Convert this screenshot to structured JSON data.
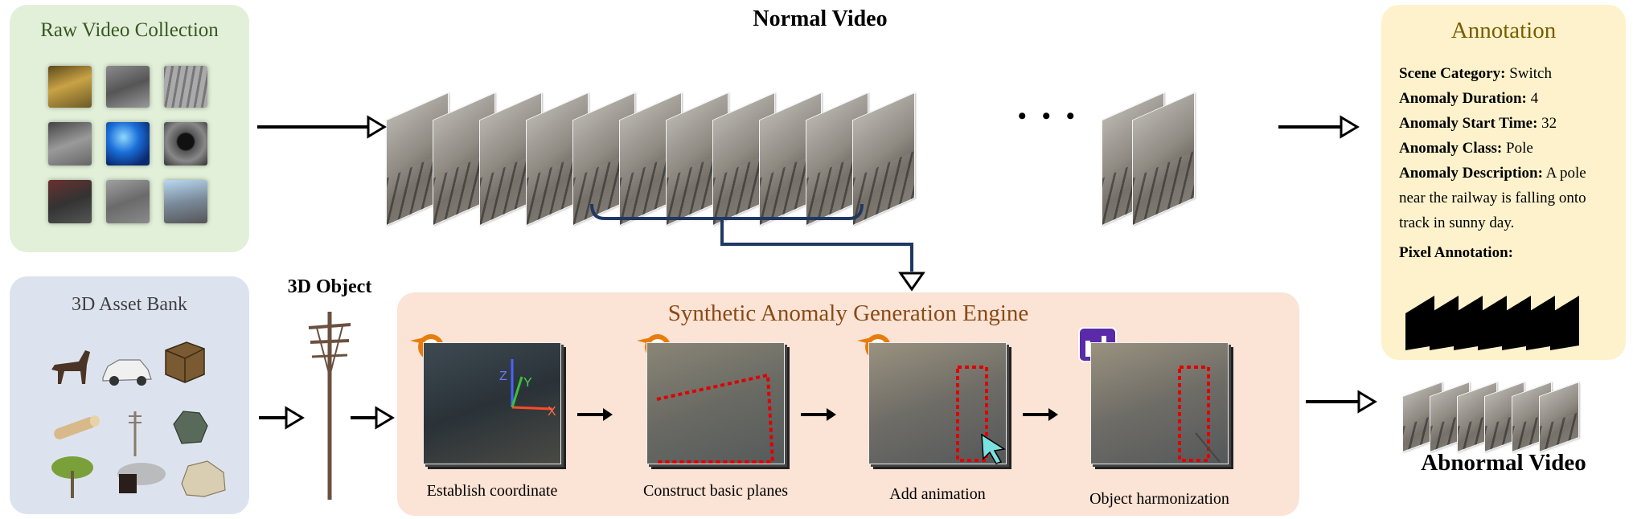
{
  "raw_video": {
    "title": "Raw Video Collection"
  },
  "normal_video": {
    "title": "Normal Video",
    "ellipsis": "• • •"
  },
  "annotation": {
    "title": "Annotation",
    "scene_category_label": "Scene Category:",
    "scene_category_value": " Switch",
    "anomaly_duration_label": "Anomaly Duration:",
    "anomaly_duration_value": " 4",
    "anomaly_start_label": "Anomaly Start Time:",
    "anomaly_start_value": " 32",
    "anomaly_class_label": "Anomaly Class:",
    "anomaly_class_value": " Pole",
    "anomaly_desc_label": "Anomaly Description:",
    "anomaly_desc_value": " A pole near the railway is falling onto track in sunny day.",
    "pixel_annotation_label": "Pixel Annotation:"
  },
  "asset_bank": {
    "title": "3D Asset Bank"
  },
  "object": {
    "title": "3D Object"
  },
  "engine": {
    "title": "Synthetic Anomaly Generation Engine",
    "steps": [
      {
        "label": "Establish coordinate"
      },
      {
        "label": "Construct basic planes"
      },
      {
        "label": "Add animation"
      },
      {
        "label": "Object harmonization"
      }
    ],
    "axis_labels": {
      "z": "Z",
      "y": "Y",
      "x": "X"
    }
  },
  "abnormal_video": {
    "title": "Abnormal Video"
  },
  "colors": {
    "raw_panel": "#e2f0d9",
    "asset_panel": "#dde3ee",
    "engine_panel": "#fbe3d5",
    "annotation_panel": "#fdf2cc",
    "engine_title": "#8a4a16",
    "annotation_title": "#7a5c00",
    "raw_title": "#385723",
    "bracket": "#1f3864",
    "mask_outline": "#e00000"
  },
  "icons": [
    "blender-icon",
    "harmonization-icon",
    "cursor-icon",
    "hand-icon"
  ]
}
